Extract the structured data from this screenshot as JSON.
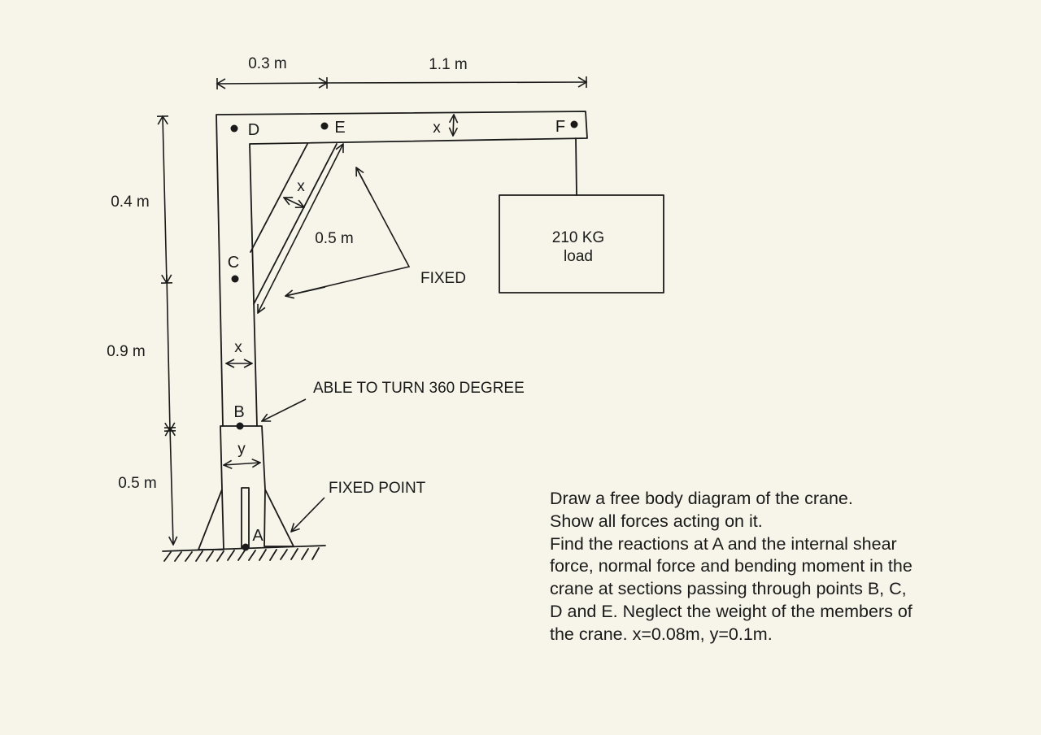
{
  "dimensions": {
    "top_left": "0.3 m",
    "top_right": "1.1 m",
    "left_top": "0.4 m",
    "left_mid": "0.9 m",
    "left_bottom": "0.5 m",
    "brace_length": "0.5 m"
  },
  "points": {
    "a": "A",
    "b": "B",
    "c": "C",
    "d": "D",
    "e": "E",
    "f": "F"
  },
  "thickness": {
    "beam": "x",
    "column": "x",
    "brace": "x",
    "base": "y"
  },
  "annotations": {
    "fixed": "FIXED",
    "turn": "ABLE TO TURN 360 DEGREE",
    "fixed_point": "FIXED POINT"
  },
  "load": {
    "mass": "210 KG",
    "word": "load"
  },
  "problem": {
    "lines": [
      "Draw a free body diagram of the crane.",
      "Show all forces acting on it.",
      "Find the reactions at A and the internal shear",
      "force, normal force and bending moment in the",
      "crane at sections passing through points B, C,",
      "D and E. Neglect the weight of the members of",
      "the crane. x=0.08m, y=0.1m."
    ]
  },
  "colors": {
    "background": "#f7f5e9",
    "ink": "#1a1a1a"
  }
}
